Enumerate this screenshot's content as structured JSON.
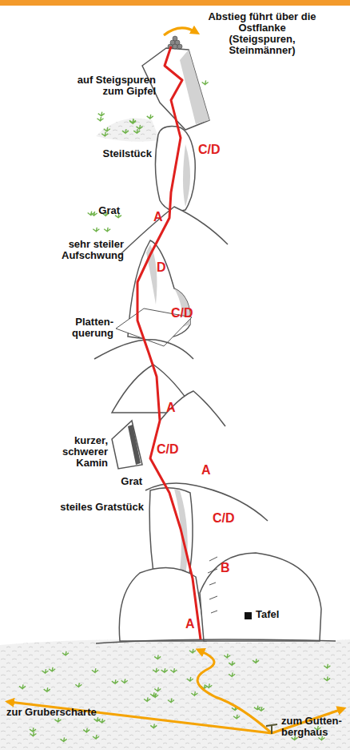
{
  "diagram": {
    "labels": [
      "Abstieg führt über die Ostflanke (Steigspuren, Steinmänner)",
      "auf Steigspuren zum Gipfel",
      "Steilstück",
      "C/D",
      "Grat",
      "A",
      "sehr steiler Aufschwung",
      "D",
      "Platten- querung",
      "C/D",
      "A",
      "kurzer, schwerer Kamin",
      "C/D",
      "Grat",
      "A",
      "steiles Gratstück",
      "C/D",
      "B",
      "A",
      "Tafel",
      "zur Gruberscharte",
      "zum Gutten- berghaus"
    ]
  }
}
